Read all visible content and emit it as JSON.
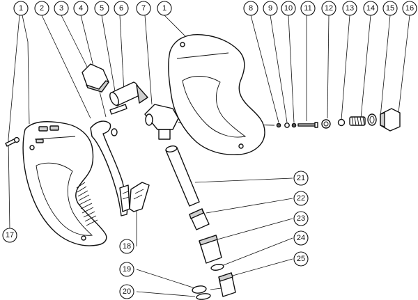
{
  "diagram": {
    "callouts": [
      {
        "id": "c1a",
        "label": "1"
      },
      {
        "id": "c2",
        "label": "2"
      },
      {
        "id": "c3",
        "label": "3"
      },
      {
        "id": "c4",
        "label": "4"
      },
      {
        "id": "c5",
        "label": "5"
      },
      {
        "id": "c6",
        "label": "6"
      },
      {
        "id": "c7",
        "label": "7"
      },
      {
        "id": "c1b",
        "label": "1"
      },
      {
        "id": "c8",
        "label": "8"
      },
      {
        "id": "c9",
        "label": "9"
      },
      {
        "id": "c10",
        "label": "10"
      },
      {
        "id": "c11",
        "label": "11"
      },
      {
        "id": "c12",
        "label": "12"
      },
      {
        "id": "c13",
        "label": "13"
      },
      {
        "id": "c14",
        "label": "14"
      },
      {
        "id": "c15",
        "label": "15"
      },
      {
        "id": "c16",
        "label": "16"
      },
      {
        "id": "c17",
        "label": "17"
      },
      {
        "id": "c18",
        "label": "18"
      },
      {
        "id": "c19",
        "label": "19"
      },
      {
        "id": "c20",
        "label": "20"
      },
      {
        "id": "c21",
        "label": "21"
      },
      {
        "id": "c22",
        "label": "22"
      },
      {
        "id": "c23",
        "label": "23"
      },
      {
        "id": "c24",
        "label": "24"
      },
      {
        "id": "c25",
        "label": "25"
      }
    ]
  }
}
